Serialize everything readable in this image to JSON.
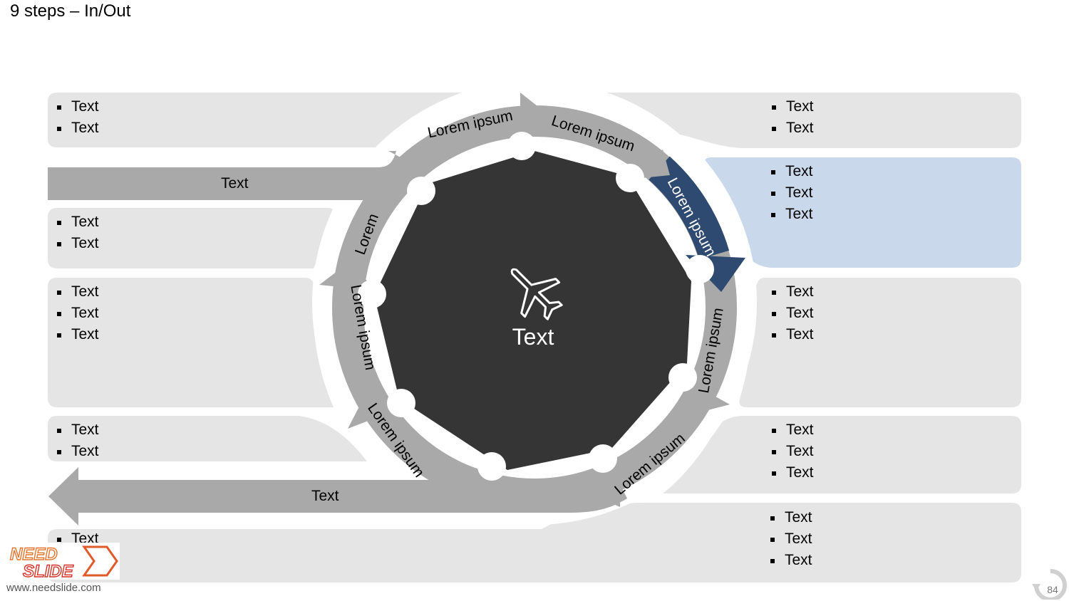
{
  "title": "9 steps – In/Out",
  "center": {
    "label": "Text",
    "icon": "airplane-icon"
  },
  "cycle_steps": [
    "Lorem ipsum",
    "Lorem ipsum",
    "Lorem ipsum",
    "Lorem ipsum",
    "Lorem ipsum",
    "Lorem ipsum",
    "Lorem ipsum",
    "Lorem"
  ],
  "input_arrow_label": "Text",
  "output_arrow_label": "Text",
  "left_boxes": [
    {
      "items": [
        "Text",
        "Text"
      ]
    },
    {
      "items": [
        "Text",
        "Text"
      ]
    },
    {
      "items": [
        "Text",
        "Text",
        "Text"
      ]
    },
    {
      "items": [
        "Text",
        "Text"
      ]
    },
    {
      "items": [
        "Text"
      ]
    }
  ],
  "right_boxes": [
    {
      "items": [
        "Text",
        "Text"
      ]
    },
    {
      "items": [
        "Text",
        "Text",
        "Text"
      ]
    },
    {
      "items": [
        "Text",
        "Text",
        "Text"
      ]
    },
    {
      "items": [
        "Text",
        "Text",
        "Text"
      ]
    },
    {
      "items": [
        "Text",
        "Text",
        "Text"
      ]
    }
  ],
  "brand": {
    "url": "www.needslide.com",
    "logo_top": "NEED",
    "logo_bottom": "SLIDE"
  },
  "page_number": "84",
  "colors": {
    "highlight_box": "#c9d8eb",
    "highlight_arrow": "#2e4a70",
    "arrow_gray": "#a9a9a9",
    "center": "#353535",
    "box_gray": "#e5e5e5"
  }
}
